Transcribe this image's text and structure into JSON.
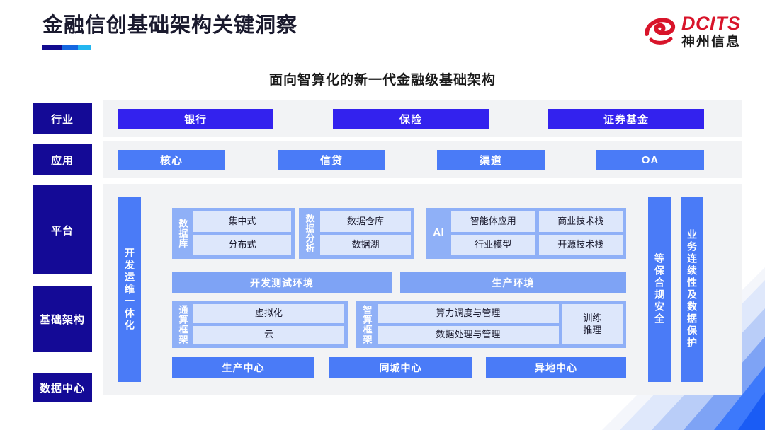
{
  "header": {
    "title": "金融信创基础架构关键洞察",
    "logo": {
      "en": "DCITS",
      "cn": "神州信息",
      "mark": "dcits-swoosh-icon",
      "color": "#d8142a"
    }
  },
  "subtitle": "面向智算化的新一代金融级基础架构",
  "colors": {
    "label_navy": "#140a96",
    "industry_blue": "#3322ee",
    "app_blue": "#4a7bf7",
    "group_blue": "#8fb0f7",
    "cell_blue": "#dde7fb",
    "panel_gray": "#f2f3f5"
  },
  "rows": {
    "industry": {
      "label": "行业",
      "items": [
        "银行",
        "保险",
        "证券基金"
      ]
    },
    "application": {
      "label": "应用",
      "items": [
        "核心",
        "信贷",
        "渠道",
        "OA"
      ]
    },
    "platform": {
      "label": "平台"
    },
    "infrastructure": {
      "label": "基础架构"
    },
    "datacenter": {
      "label": "数据中心"
    }
  },
  "devops_bar": "开发运维一体化",
  "side_bars": [
    "等保合规安全",
    "业务连续性及数据保护"
  ],
  "platform_groups": {
    "database": {
      "caption": "数据库",
      "cells": [
        "集中式",
        "分布式"
      ]
    },
    "analytics": {
      "caption": "数据分析",
      "cells": [
        "数据仓库",
        "数据湖"
      ]
    },
    "ai": {
      "caption": "AI",
      "col1": [
        "智能体应用",
        "行业模型"
      ],
      "col2": [
        "商业技术栈",
        "开源技术栈"
      ]
    }
  },
  "environments": [
    "开发测试环境",
    "生产环境"
  ],
  "compute_groups": {
    "general": {
      "caption": "通算框架",
      "cells": [
        "虚拟化",
        "云"
      ]
    },
    "intelligent": {
      "caption": "智算框架",
      "cells": [
        "算力调度与管理",
        "数据处理与管理"
      ],
      "side_cell": "训练\n推理"
    }
  },
  "centers": [
    "生产中心",
    "同城中心",
    "异地中心"
  ]
}
